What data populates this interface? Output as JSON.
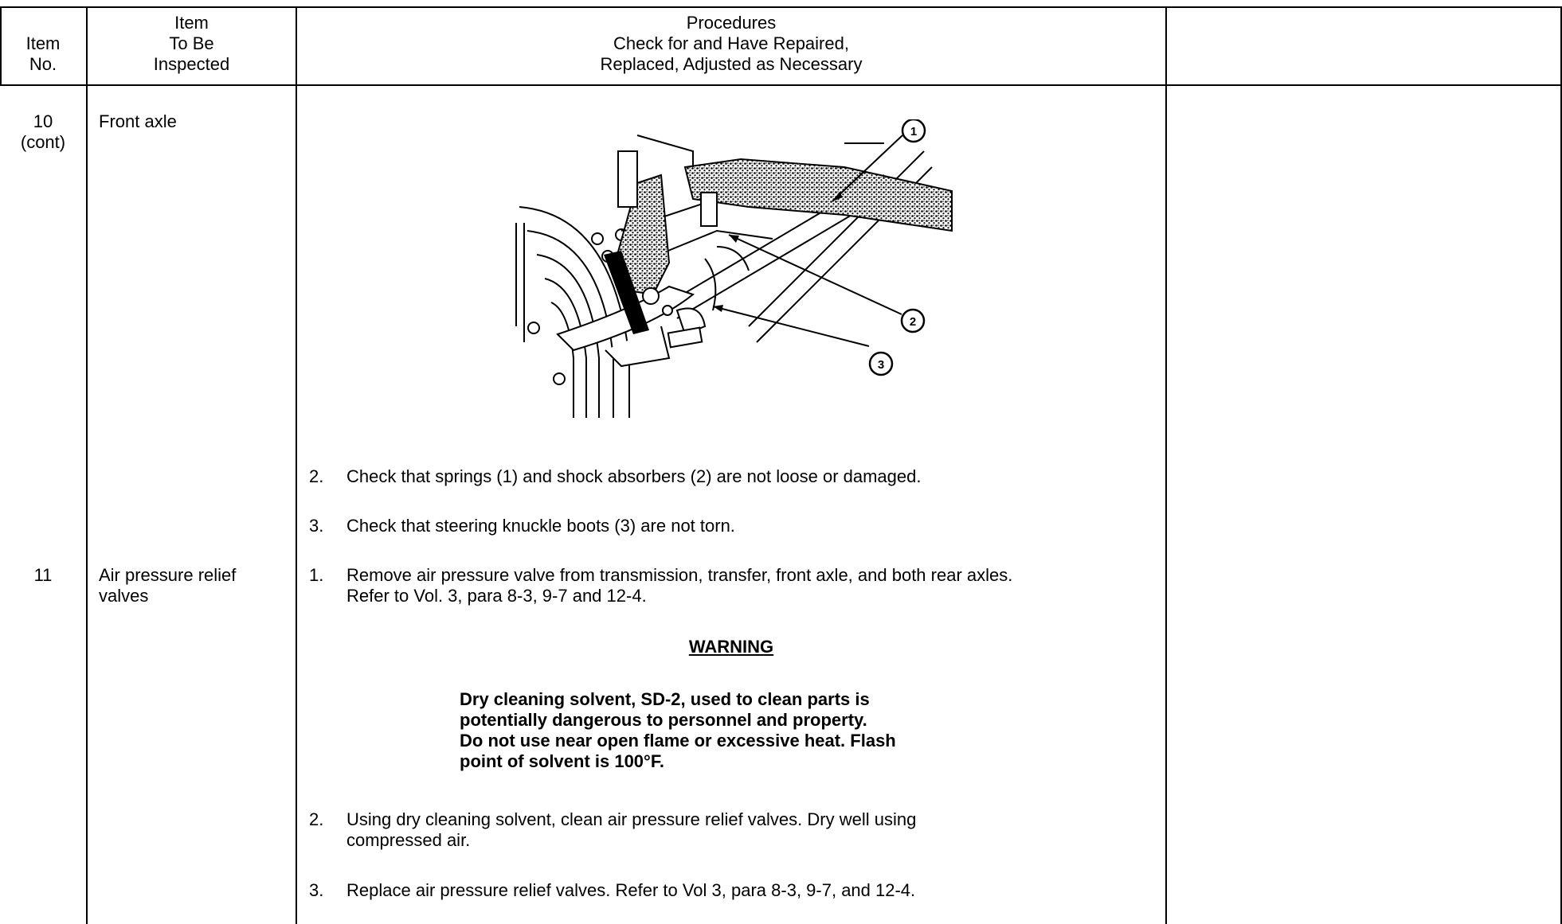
{
  "header": {
    "col_item_no": [
      "Item",
      "No."
    ],
    "col_item": [
      "Item",
      "To Be",
      "Inspected"
    ],
    "col_procedures": [
      "Procedures",
      "Check for and Have Repaired,",
      "Replaced, Adjusted as Necessary"
    ],
    "col_blank": ""
  },
  "rows": {
    "r10": {
      "item_no": [
        "10",
        "(cont)"
      ],
      "item_name": "Front axle",
      "figure_callouts": [
        "1",
        "2",
        "3"
      ],
      "steps": [
        {
          "num": "2.",
          "text": "Check that springs (1)  and shock absorbers (2) are not loose or damaged."
        },
        {
          "num": "3.",
          "text": "Check that steering knuckle boots (3) are not torn."
        }
      ]
    },
    "r11": {
      "item_no": "11",
      "item_name": [
        "Air pressure relief",
        "valves"
      ],
      "step1": {
        "num": "1.",
        "text": "Remove air pressure valve from transmission, transfer, front axle, and both rear axles.\nRefer to Vol. 3, para 8-3, 9-7 and 12-4."
      },
      "warning_title": "WARNING",
      "warning_body": "Dry cleaning solvent, SD-2, used to clean parts is\npotentially dangerous to personnel and property.\nDo not use near open flame or excessive heat.  Flash\npoint of solvent is 100°F.",
      "step2": {
        "num": "2.",
        "text": "Using dry cleaning solvent, clean air pressure relief valves.  Dry well using\ncompressed air."
      },
      "step3": {
        "num": "3.",
        "text": "Replace air pressure relief valves.  Refer to Vol 3, para 8-3, 9-7, and 12-4."
      }
    }
  }
}
